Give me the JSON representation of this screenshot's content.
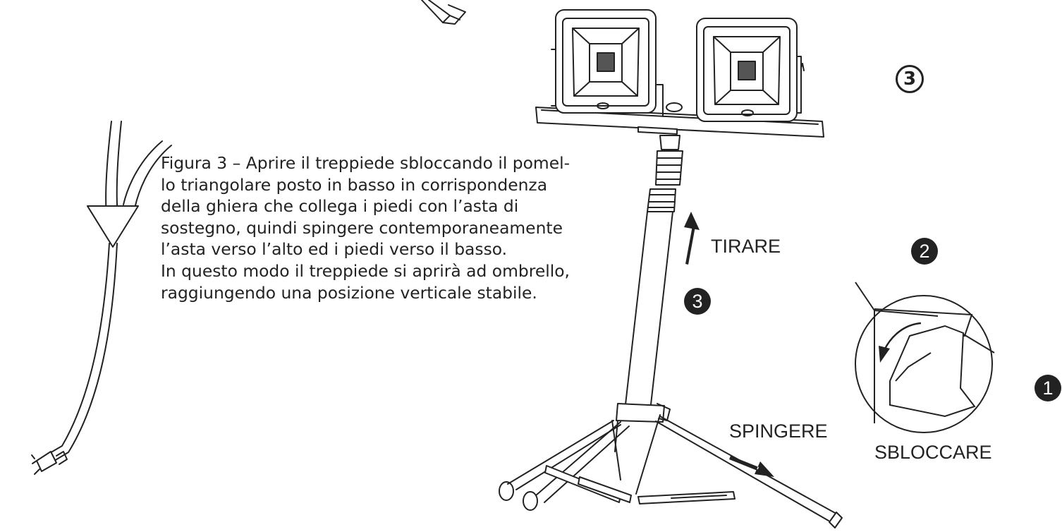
{
  "caption": {
    "lines": [
      "Figura 3 – Aprire il treppiede sbloccando il pomel-",
      "lo triangolare posto in basso in corrispondenza",
      "della ghiera che collega i piedi con l’asta di",
      "sostegno, quindi spingere contemporaneamente",
      "l’asta verso l’alto ed i piedi verso il basso.",
      "In questo modo il treppiede si aprirà ad ombrello,",
      "raggiungendo una posizione verticale stabile."
    ]
  },
  "labels": {
    "pull": "TIRARE",
    "push": "SPINGERE",
    "unlock": "SBLOCCARE"
  },
  "steps": {
    "figure_number": "3",
    "pull_step": "3",
    "unlock_step": "2",
    "push_step": "1"
  },
  "colors": {
    "ink": "#222222",
    "background": "#ffffff"
  }
}
